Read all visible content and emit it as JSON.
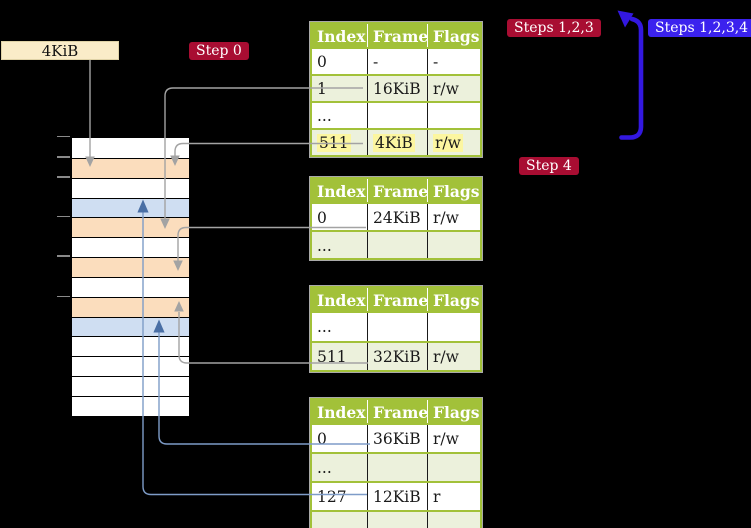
{
  "labels": {
    "frame_pointer_box": "4KiB",
    "step0_badge": "Step 0",
    "steps123_badge": "Steps 1,2,3",
    "steps1234_badge": "Steps 1,2,3,4",
    "step4_badge": "Step 4"
  },
  "colors": {
    "table_header_green": "#a2c139",
    "table_row_green": "#ecf1dc",
    "memory_page_table_frame": "#fbddbd",
    "memory_mapped_page_frame": "#cfdef2",
    "badge_red": "#a80d32",
    "badge_blue": "#3b22ee",
    "thick_arrow_blue": "#3318e0",
    "connector_gray": "#a3a3a3",
    "connector_blue": "#7e9cc8",
    "pointer_box_wheat": "#faecc8",
    "highlight_yellow": "#fcf6a0"
  },
  "memory": {
    "rows": [
      "free",
      "page-table",
      "free",
      "mapped-page",
      "page-table",
      "free",
      "page-table",
      "free",
      "page-table",
      "mapped-page",
      "free",
      "free",
      "free",
      "free"
    ]
  },
  "tables": [
    {
      "name": "page-table-level4",
      "columns": [
        "Index",
        "Frame",
        "Flags"
      ],
      "rows": [
        {
          "cells": [
            "0",
            "-",
            "-"
          ],
          "shaded": false,
          "highlight": false
        },
        {
          "cells": [
            "1",
            "16KiB",
            "r/w"
          ],
          "shaded": true,
          "highlight": false
        },
        {
          "cells": [
            "...",
            "",
            ""
          ],
          "shaded": false,
          "highlight": false
        },
        {
          "cells": [
            "511",
            "4KiB",
            "r/w"
          ],
          "shaded": true,
          "highlight": true
        }
      ]
    },
    {
      "name": "page-table-level3",
      "columns": [
        "Index",
        "Frame",
        "Flags"
      ],
      "rows": [
        {
          "cells": [
            "0",
            "24KiB",
            "r/w"
          ],
          "shaded": false,
          "highlight": false
        },
        {
          "cells": [
            "...",
            "",
            ""
          ],
          "shaded": true,
          "highlight": false
        }
      ]
    },
    {
      "name": "page-table-level2",
      "columns": [
        "Index",
        "Frame",
        "Flags"
      ],
      "rows": [
        {
          "cells": [
            "...",
            "",
            ""
          ],
          "shaded": false,
          "highlight": false
        },
        {
          "cells": [
            "511",
            "32KiB",
            "r/w"
          ],
          "shaded": true,
          "highlight": false
        }
      ]
    },
    {
      "name": "page-table-level1",
      "columns": [
        "Index",
        "Frame",
        "Flags"
      ],
      "rows": [
        {
          "cells": [
            "0",
            "36KiB",
            "r/w"
          ],
          "shaded": false,
          "highlight": false
        },
        {
          "cells": [
            "...",
            "",
            ""
          ],
          "shaded": true,
          "highlight": false
        },
        {
          "cells": [
            "127",
            "12KiB",
            "r"
          ],
          "shaded": false,
          "highlight": false
        },
        {
          "cells": [
            "...",
            "",
            ""
          ],
          "shaded": true,
          "highlight": false
        }
      ]
    }
  ]
}
